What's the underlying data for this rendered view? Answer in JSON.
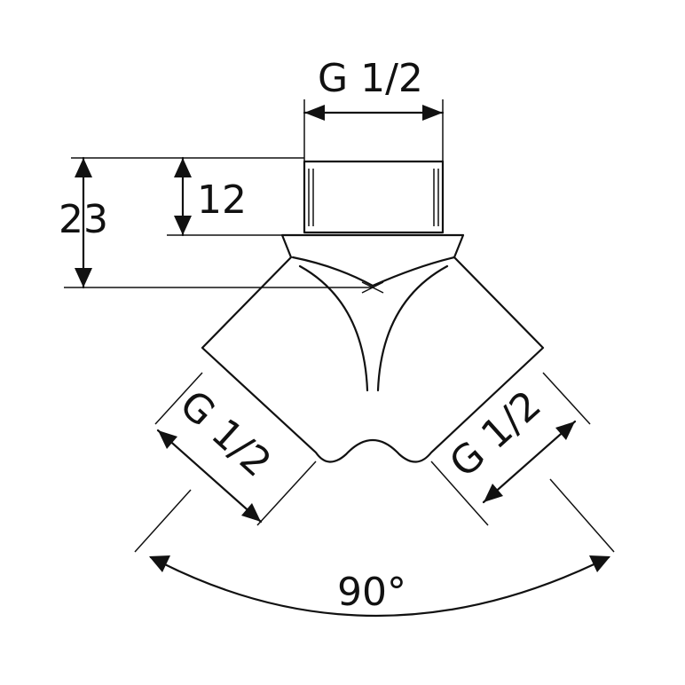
{
  "labels": {
    "top_thread": "G 1/2",
    "depth_total": "23",
    "depth_thread": "12",
    "left_thread": "G 1/2",
    "right_thread": "G 1/2",
    "angle": "90°"
  }
}
